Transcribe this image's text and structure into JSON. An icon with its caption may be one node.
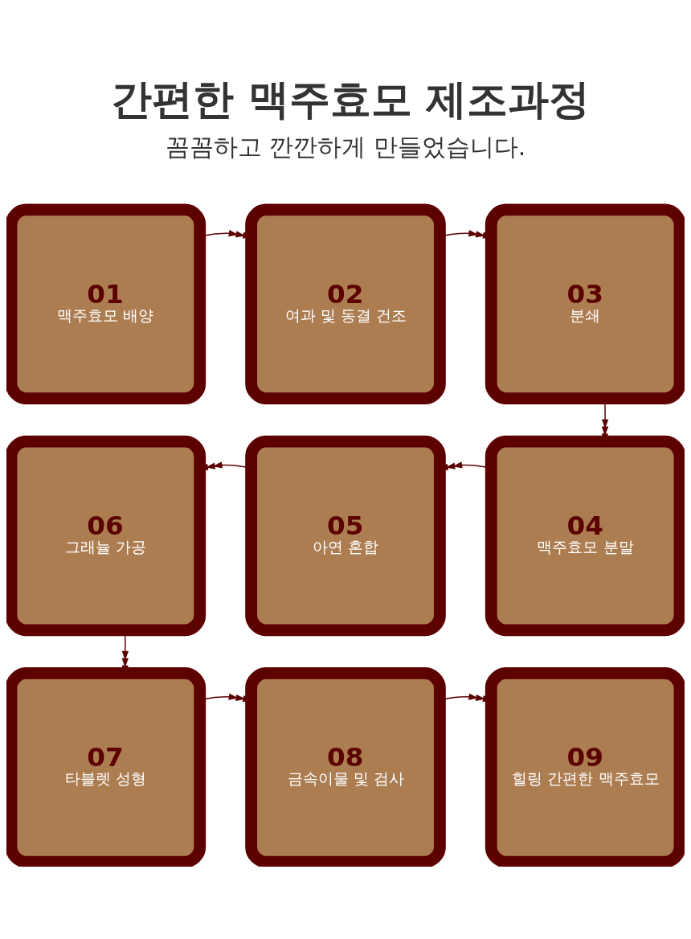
{
  "diagram": {
    "title": "간편한 맥주효모 제조과정",
    "nodes": [
      {
        "text": [
          "01",
          "맥주효모 배양"
        ]
      },
      {
        "text": [
          "02",
          "여과 및 동결 건조"
        ]
      },
      {
        "text": [
          "03",
          "분쇄"
        ]
      },
      {
        "text": [
          "04",
          "맥주효모 분말"
        ]
      },
      {
        "text": [
          "05",
          "아연 혼합"
        ]
      },
      {
        "text": [
          "06",
          "그래뉼 가공"
        ]
      },
      {
        "text": [
          "07",
          "타블렛 성형"
        ]
      },
      {
        "text": [
          "08",
          "금속이물 및 검사"
        ]
      },
      {
        "text": [
          "09",
          "힐링 간편한 맥주효모"
        ]
      }
    ],
    "edges": [
      {
        "from": 0,
        "to": 1,
        "arrow": "to"
      },
      {
        "from": 1,
        "to": 2,
        "arrow": "to"
      },
      {
        "from": 2,
        "to": 3,
        "arrow": "to"
      },
      {
        "from": 3,
        "to": 4,
        "arrow": "to"
      },
      {
        "from": 4,
        "to": 5,
        "arrow": "to"
      },
      {
        "from": 5,
        "to": 6,
        "arrow": "to"
      },
      {
        "from": 6,
        "to": 7,
        "arrow": "to"
      },
      {
        "from": 7,
        "to": 8,
        "arrow": "to"
      }
    ],
    "labels": [
      "꼼꼼하고 깐깐하게 만들었습니다."
    ]
  }
}
